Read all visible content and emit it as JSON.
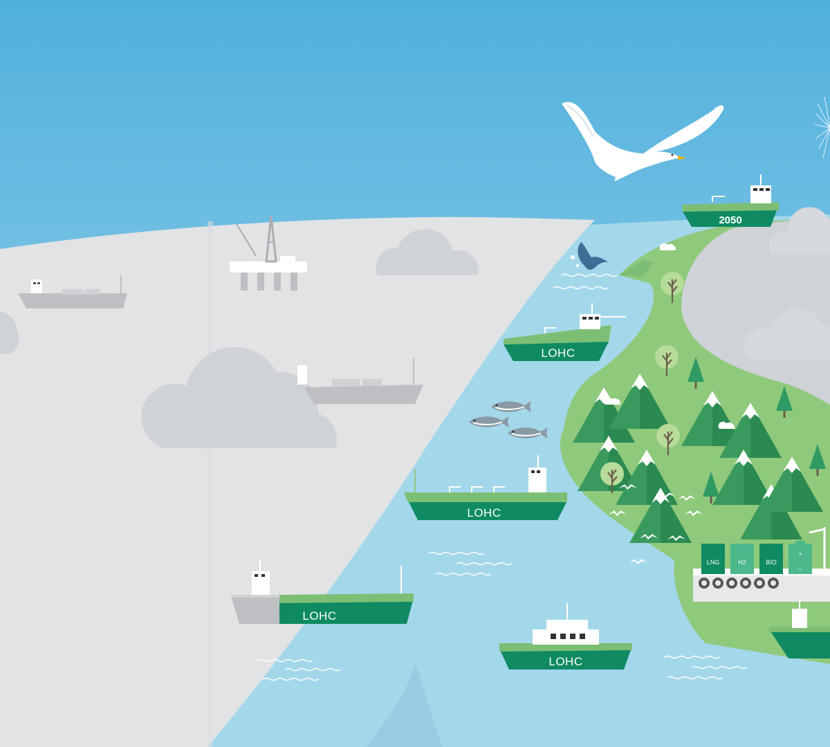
{
  "colors": {
    "sky_top": "#4fb0dc",
    "sky_bottom": "#a8d6ee",
    "sea": "#a3d8ea",
    "fog": "#e1e3e5",
    "fog_horizon": "#d4d8dc",
    "land_light": "#8fc97c",
    "land_dark": "#3b9a5f",
    "hull_green": "#0f8a63",
    "deck_green": "#7cbf74",
    "grey_ship": "#bdbfc2",
    "bird": "#ffffff"
  },
  "labels": {
    "future_ship_year": "2050",
    "ship_lohc_north": "LOHC",
    "ship_lohc_mid": "LOHC",
    "ship_lohc_fog": "LOHC",
    "ship_lohc_ferry": "LOHC",
    "tank_lng": "LNG",
    "tank_h2": "H2",
    "tank_bio": "BIO",
    "battery_plus": "+",
    "battery_minus": "–"
  },
  "icons": {
    "seagull": "seagull-icon",
    "oil_rig": "oil-rig-icon",
    "whale_tail": "whale-tail-icon",
    "fish": "fish-icon",
    "tree": "tree-icon",
    "mountain": "mountain-icon",
    "cloud": "cloud-icon",
    "sun": "sun-icon"
  }
}
